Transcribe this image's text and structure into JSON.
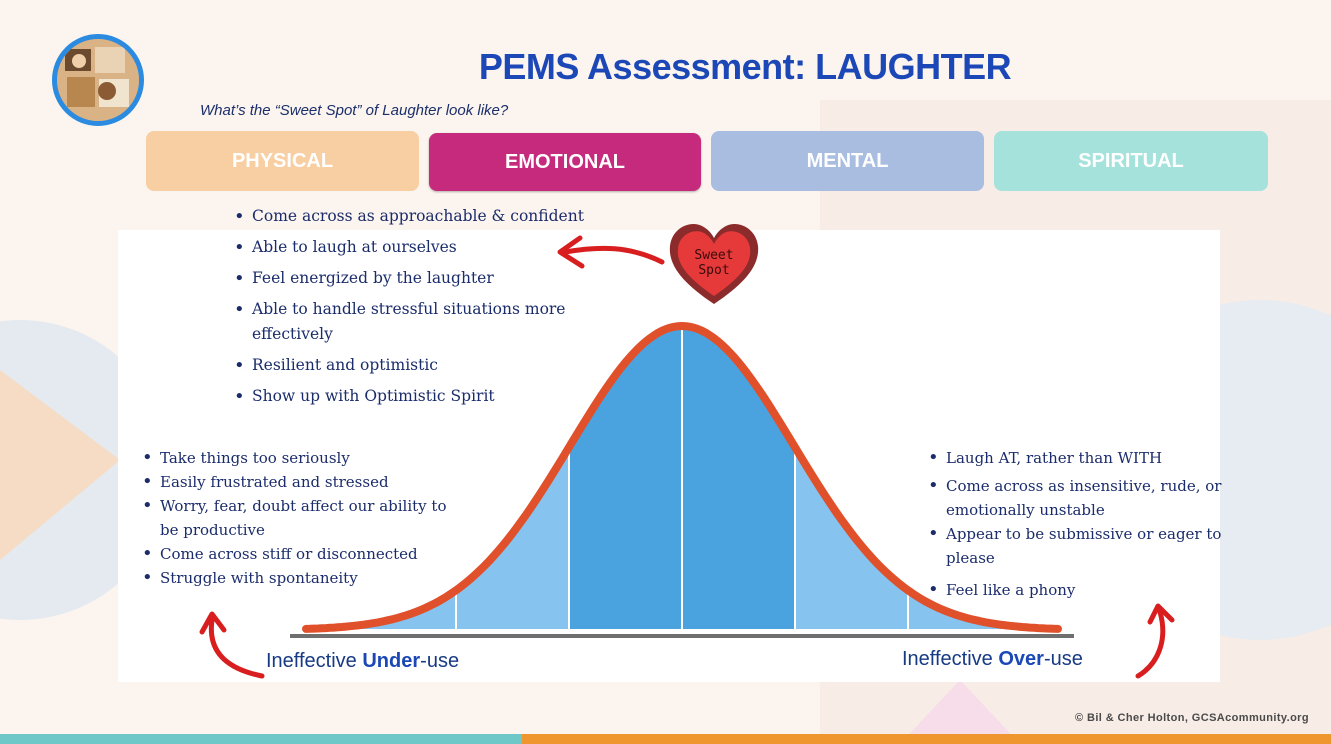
{
  "title": "PEMS Assessment: LAUGHTER",
  "subtitle": "What’s the “Sweet Spot” of Laughter look like?",
  "tabs": [
    {
      "label": "PHYSICAL",
      "color": "#f8cfa3"
    },
    {
      "label": "EMOTIONAL",
      "color": "#c52a7d"
    },
    {
      "label": "MENTAL",
      "color": "#a9bde0"
    },
    {
      "label": "SPIRITUAL",
      "color": "#a5e2dc"
    }
  ],
  "sweet_spot": {
    "line1": "Sweet",
    "line2": "Spot"
  },
  "top_bullets": [
    "Come across as approachable & confident",
    "Able to laugh at ourselves",
    "Feel energized by the laughter",
    "Able to handle stressful situations more effectively",
    "Resilient and optimistic",
    "Show up with Optimistic Spirit"
  ],
  "left_bullets": [
    "Take things too seriously",
    "Easily frustrated and stressed",
    "Worry, fear, doubt affect our ability to be productive",
    "Come across stiff or disconnected",
    "Struggle with spontaneity"
  ],
  "right_bullets": [
    "Laugh AT, rather than WITH",
    "Come across as insensitive, rude, or emotionally unstable",
    "Appear to be submissive or eager to please",
    "Feel like a phony"
  ],
  "under_label": {
    "prefix": "Ineffective ",
    "bold": "Under",
    "suffix": "-use"
  },
  "over_label": {
    "prefix": "Ineffective ",
    "bold": "Over",
    "suffix": "-use"
  },
  "copyright": "© Bil & Cher Holton, GCSAcommunity.org",
  "colors": {
    "title": "#1b48b6",
    "curve": "#e0502a",
    "bell_dark": "#4aa3df",
    "bell_light": "#86c3ee",
    "arrow": "#d81e1e",
    "bottom_teal": "#6ec8c8",
    "bottom_orange": "#f0962f"
  }
}
